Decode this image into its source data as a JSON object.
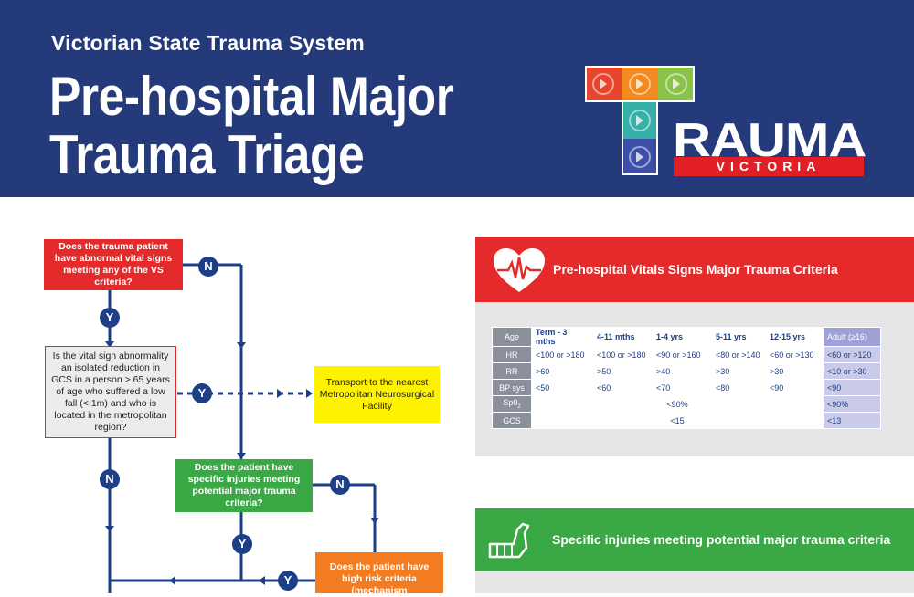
{
  "header": {
    "subtitle": "Victorian State Trauma System",
    "title_line1": "Pre-hospital Major",
    "title_line2": "Trauma Triage",
    "logo_word": "RAUMA",
    "logo_sub": "VICTORIA"
  },
  "flow": {
    "q1": "Does the trauma patient have abnormal vital signs meeting any of the VS criteria?",
    "q2": "Is the vital sign abnormality an isolated reduction in GCS in a person > 65 years of age who suffered a low fall (< 1m) and who is located in the metropolitan region?",
    "transport": "Transport to the nearest Metropolitan Neurosurgical Facility",
    "q3": "Does the patient have specific injuries meeting potential major trauma criteria?",
    "q4": "Does the patient have high risk criteria (mechanism",
    "yes": "Y",
    "no": "N"
  },
  "vitals_panel": {
    "title": "Pre-hospital Vitals Signs Major Trauma Criteria",
    "table": {
      "headers": [
        "Age",
        "Term - 3 mths",
        "4-11 mths",
        "1-4 yrs",
        "5-11 yrs",
        "12-15 yrs",
        "Adult (≥16)"
      ],
      "rows": [
        {
          "label": "HR",
          "cells": [
            "<100 or >180",
            "<100 or >180",
            "<90 or >160",
            "<80 or >140",
            "<60 or >130",
            "<60 or >120"
          ]
        },
        {
          "label": "RR",
          "cells": [
            ">60",
            ">50",
            ">40",
            ">30",
            ">30",
            "<10 or >30"
          ]
        },
        {
          "label": "BP sys",
          "cells": [
            "<50",
            "<60",
            "<70",
            "<80",
            "<90",
            "<90"
          ]
        }
      ],
      "spo2": {
        "label": "SpO2",
        "child": "<90%",
        "adult": "<90%"
      },
      "gcs": {
        "label": "GCS",
        "child": "<15",
        "adult": "<13"
      }
    }
  },
  "injuries_panel": {
    "title": "Specific injuries meeting potential major trauma criteria"
  },
  "colors": {
    "header_bg": "#243a7a",
    "red": "#e42a2a",
    "green": "#3aa845",
    "orange": "#f47c20",
    "yellow": "#fff200",
    "navy": "#1d3f87"
  }
}
